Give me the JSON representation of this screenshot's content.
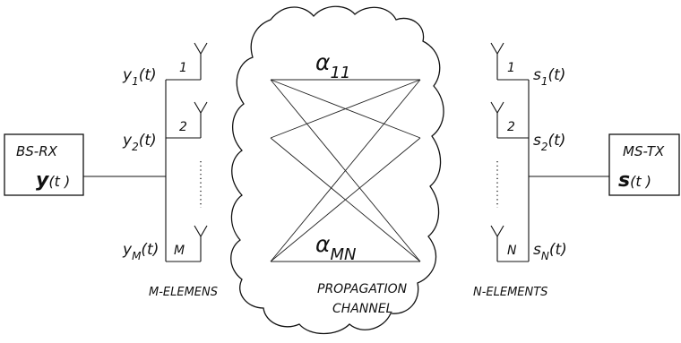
{
  "rx": {
    "title": "BS-RX",
    "signal_bold": "y",
    "signal_rest": "(t )",
    "elements_label": "M-ELEMENS",
    "outputs": [
      {
        "base": "y",
        "sub": "1",
        "arg": "(t)",
        "index": "1"
      },
      {
        "base": "y",
        "sub": "2",
        "arg": "(t)",
        "index": "2"
      },
      {
        "base": "y",
        "sub": "M",
        "arg": "(t)",
        "index": "M"
      }
    ]
  },
  "tx": {
    "title": "MS-TX",
    "signal_bold": "s",
    "signal_rest": "(t )",
    "elements_label": "N-ELEMENTS",
    "inputs": [
      {
        "base": "s",
        "sub": "1",
        "arg": "(t)",
        "index": "1"
      },
      {
        "base": "s",
        "sub": "2",
        "arg": "(t)",
        "index": "2"
      },
      {
        "base": "s",
        "sub": "N",
        "arg": "(t)",
        "index": "N"
      }
    ]
  },
  "channel": {
    "label_line1": "PROPAGATION",
    "label_line2": "CHANNEL",
    "coef_top": {
      "symbol": "α",
      "sub": "11"
    },
    "coef_bottom": {
      "symbol": "α",
      "sub": "MN"
    }
  }
}
